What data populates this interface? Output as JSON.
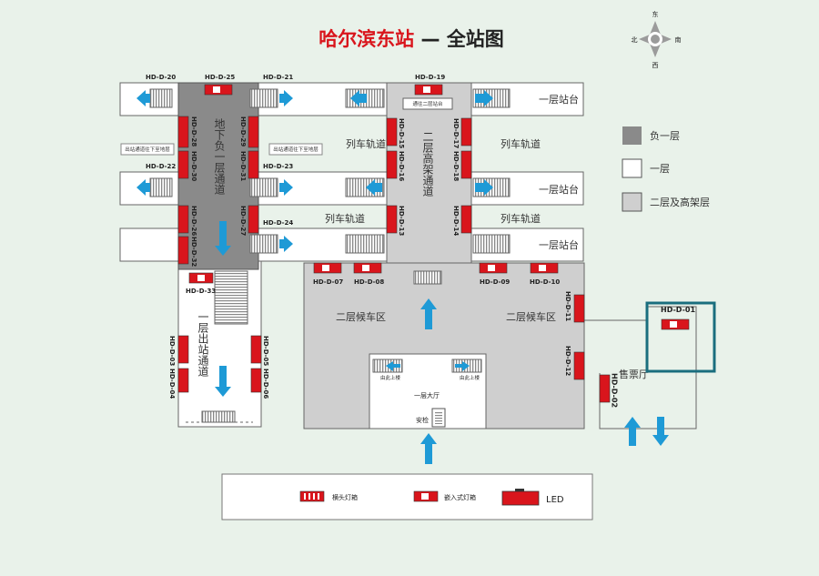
{
  "title": {
    "red": "哈尔滨东站",
    "dash": " — ",
    "black": "全站图"
  },
  "compass": {
    "n": "东",
    "e": "南",
    "s": "西",
    "w": "北"
  },
  "legend_floors": [
    {
      "label": "负一层",
      "color": "#8a8a8a"
    },
    {
      "label": "一层",
      "color": "#ffffff"
    },
    {
      "label": "二层及高架层",
      "color": "#cfcfcf"
    }
  ],
  "areas": {
    "platform_1": "一层站台",
    "platform_2": "一层站台",
    "platform_3": "一层站台",
    "track_1": "列车轨道",
    "track_2": "列车轨道",
    "track_3": "列车轨道",
    "track_4": "列车轨道",
    "underground_corridor": "地下负一层通道",
    "elevated_corridor": "二层高架通道",
    "exit_corridor": "一层出站通道",
    "waiting_left": "二层候车区",
    "waiting_right": "二层候车区",
    "hall": "一层大厅",
    "ticket_office": "售票厅",
    "elevator_top": "通往二层站台",
    "sign_left_1": "出站通道往下至地层",
    "sign_left_2": "出站通道往下至地层",
    "up_left": "由此上楼",
    "up_right": "由此上楼",
    "security": "安检"
  },
  "codes": {
    "d20": "HD-D-20",
    "d25": "HD-D-25",
    "d21": "HD-D-21",
    "d19": "HD-D-19",
    "d22": "HD-D-22",
    "d23": "HD-D-23",
    "d24": "HD-D-24",
    "d28": "HD-D-28",
    "d30": "HD-D-30",
    "d26": "HD-D-26",
    "d32": "HD-D-32",
    "d29": "HD-D-29",
    "d31": "HD-D-31",
    "d27": "HD-D-27",
    "d15": "HD-D-15",
    "d16": "HD-D-16",
    "d13": "HD-D-13",
    "d17": "HD-D-17",
    "d18": "HD-D-18",
    "d14": "HD-D-14",
    "d33": "HD-D-33",
    "d03": "HD-D-03",
    "d04": "HD-D-04",
    "d05": "HD-D-05",
    "d06": "HD-D-06",
    "d07": "HD-D-07",
    "d08": "HD-D-08",
    "d09": "HD-D-09",
    "d10": "HD-D-10",
    "d11": "HD-D-11",
    "d12": "HD-D-12",
    "d01": "HD-D-01",
    "d02": "HD-D-02"
  },
  "legend_media": [
    {
      "label": "横头灯箱",
      "icon": "lightbox-icon"
    },
    {
      "label": "嵌入式灯箱",
      "icon": "embedded-lightbox-icon"
    },
    {
      "label": "LED",
      "icon": "led-screen-icon"
    }
  ],
  "colors": {
    "red": "#d9151c",
    "arrow": "#1e9ad6",
    "highlight": "#1a6e7e",
    "dark_floor": "#8a8a8a",
    "elevated_floor": "#cfcfcf"
  }
}
